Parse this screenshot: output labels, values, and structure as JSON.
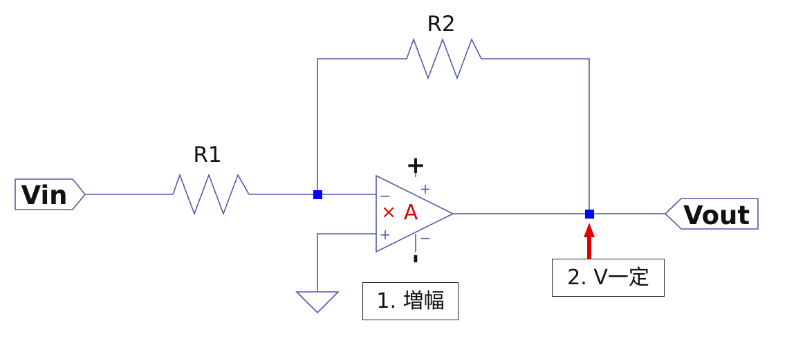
{
  "ports": {
    "input": "Vin",
    "output": "Vout"
  },
  "components": {
    "r1": "R1",
    "r2": "R2",
    "opamp": {
      "gain_symbol": "×",
      "gain_label": "A",
      "supply_positive": "+",
      "supply_negative": "-",
      "pin_inverting": "−",
      "pin_noninverting": "+",
      "pin_vplus": "+",
      "pin_vminus": "−"
    }
  },
  "annotations": {
    "amplify": "1. 増幅",
    "constant_v": "2. V一定"
  },
  "colors": {
    "wire": "#4f5aa8",
    "node": "#0000ff",
    "gain": "#e00000",
    "arrow": "#e00000",
    "text": "#111111"
  }
}
